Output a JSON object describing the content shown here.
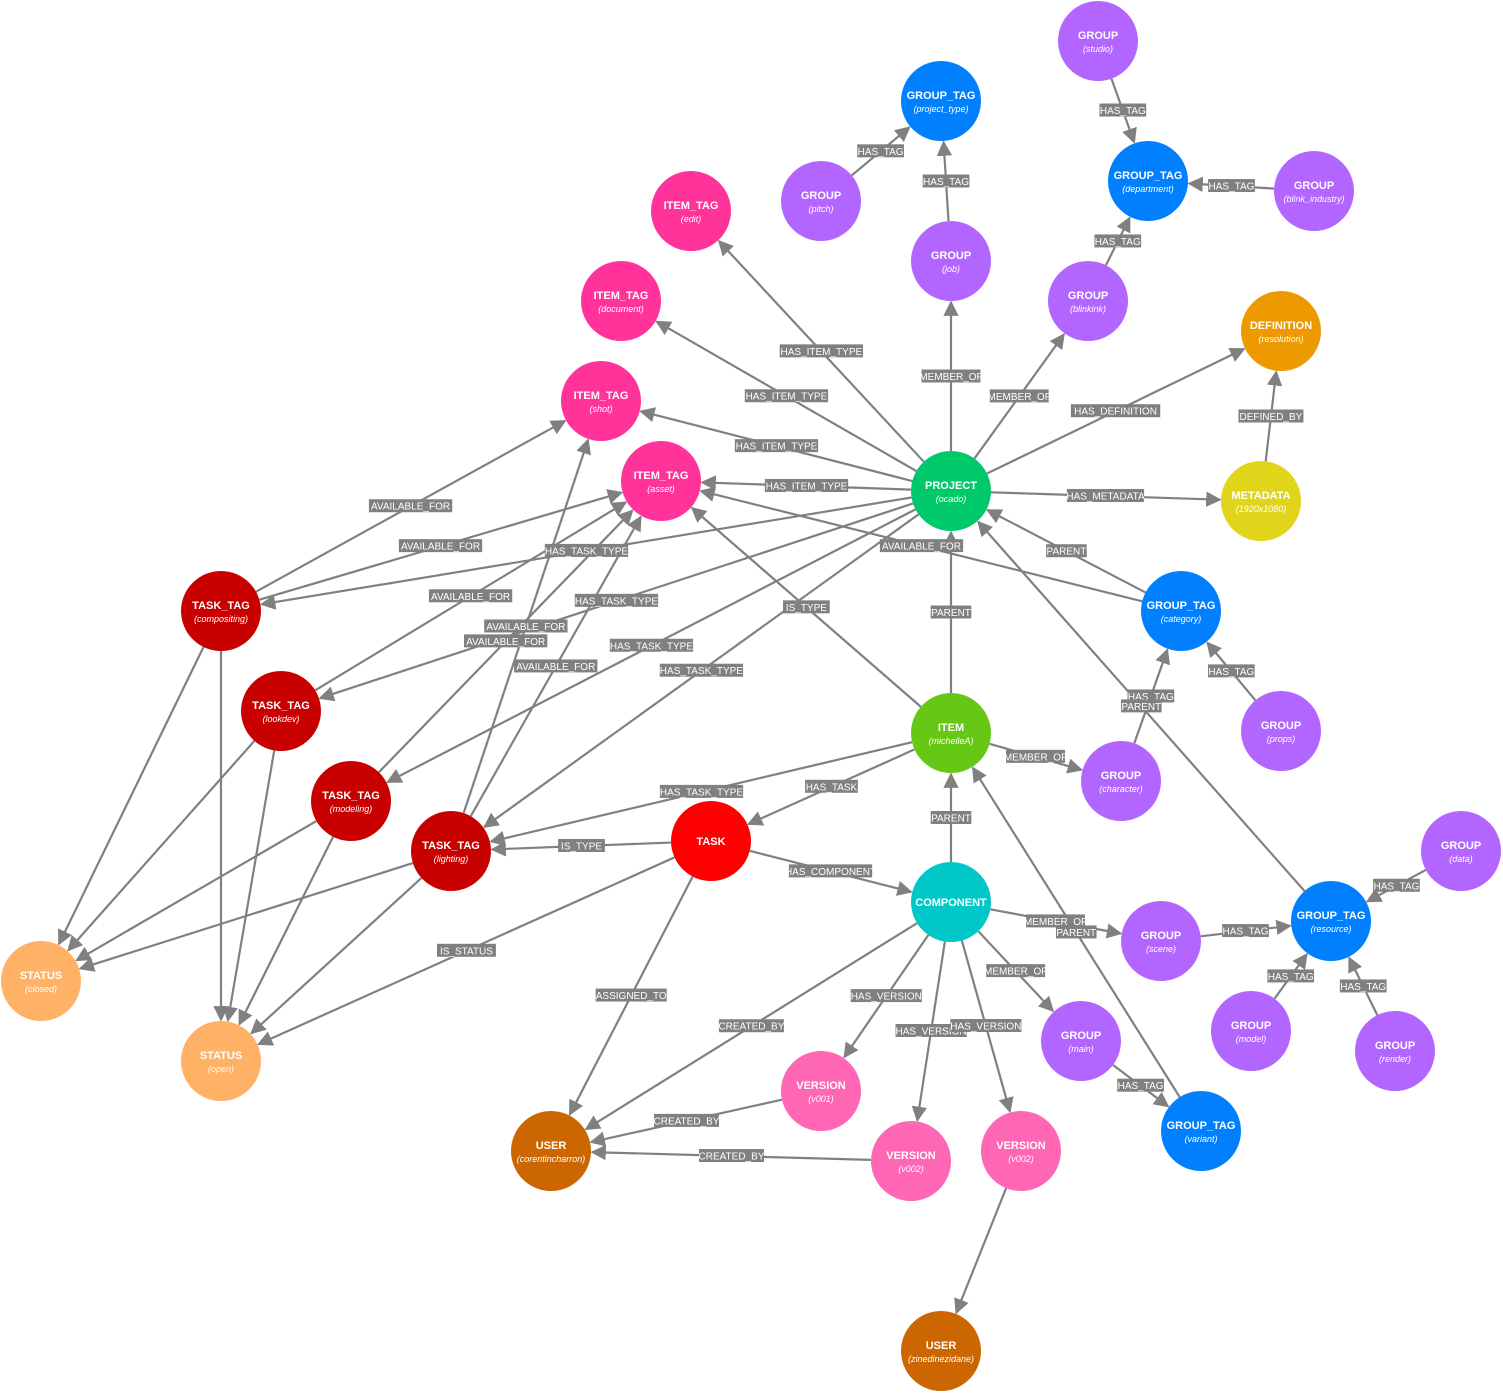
{
  "colors": {
    "PROJECT": "#00c96b",
    "ITEM": "#66c814",
    "COMPONENT": "#00c8c8",
    "TASK": "#ff0000",
    "TASK_TAG": "#c90000",
    "STATUS": "#ffb266",
    "USER": "#cc6600",
    "VERSION": "#ff66b3",
    "ITEM_TAG": "#ff3399",
    "GROUP": "#b266ff",
    "GROUP_TAG": "#0080ff",
    "DEFINITION": "#ec9a00",
    "METADATA": "#e0d51a",
    "edge": "#808080"
  },
  "nodes": [
    {
      "id": "project",
      "type": "PROJECT",
      "name": "(ocado)"
    },
    {
      "id": "item",
      "type": "ITEM",
      "name": "(michelleA)"
    },
    {
      "id": "component",
      "type": "COMPONENT",
      "name": ""
    },
    {
      "id": "task",
      "type": "TASK",
      "name": ""
    },
    {
      "id": "tt_compositing",
      "type": "TASK_TAG",
      "name": "(compositing)"
    },
    {
      "id": "tt_lookdev",
      "type": "TASK_TAG",
      "name": "(lookdev)"
    },
    {
      "id": "tt_modeling",
      "type": "TASK_TAG",
      "name": "(modeling)"
    },
    {
      "id": "tt_lighting",
      "type": "TASK_TAG",
      "name": "(lighting)"
    },
    {
      "id": "status_closed",
      "type": "STATUS",
      "name": "(closed)"
    },
    {
      "id": "status_open",
      "type": "STATUS",
      "name": "(open)"
    },
    {
      "id": "user_corentin",
      "type": "USER",
      "name": "(corentincharron)"
    },
    {
      "id": "user_zinedine",
      "type": "USER",
      "name": "(zinedinezidane)"
    },
    {
      "id": "version_v001",
      "type": "VERSION",
      "name": "(v001)"
    },
    {
      "id": "version_v002a",
      "type": "VERSION",
      "name": "(v002)"
    },
    {
      "id": "version_v002b",
      "type": "VERSION",
      "name": "(v002)"
    },
    {
      "id": "it_edit",
      "type": "ITEM_TAG",
      "name": "(edit)"
    },
    {
      "id": "it_document",
      "type": "ITEM_TAG",
      "name": "(document)"
    },
    {
      "id": "it_shot",
      "type": "ITEM_TAG",
      "name": "(shot)"
    },
    {
      "id": "it_asset",
      "type": "ITEM_TAG",
      "name": "(asset)"
    },
    {
      "id": "g_pitch",
      "type": "GROUP",
      "name": "(pitch)"
    },
    {
      "id": "g_job",
      "type": "GROUP",
      "name": "(job)"
    },
    {
      "id": "g_studio",
      "type": "GROUP",
      "name": "(studio)"
    },
    {
      "id": "g_blink_industry",
      "type": "GROUP",
      "name": "(blink_industry)"
    },
    {
      "id": "g_blinkink",
      "type": "GROUP",
      "name": "(blinkink)"
    },
    {
      "id": "g_props",
      "type": "GROUP",
      "name": "(props)"
    },
    {
      "id": "g_character",
      "type": "GROUP",
      "name": "(character)"
    },
    {
      "id": "g_data",
      "type": "GROUP",
      "name": "(data)"
    },
    {
      "id": "g_scene",
      "type": "GROUP",
      "name": "(scene)"
    },
    {
      "id": "g_model",
      "type": "GROUP",
      "name": "(model)"
    },
    {
      "id": "g_render",
      "type": "GROUP",
      "name": "(render)"
    },
    {
      "id": "g_main",
      "type": "GROUP",
      "name": "(main)"
    },
    {
      "id": "gt_project_type",
      "type": "GROUP_TAG",
      "name": "(project_type)"
    },
    {
      "id": "gt_department",
      "type": "GROUP_TAG",
      "name": "(department)"
    },
    {
      "id": "gt_category",
      "type": "GROUP_TAG",
      "name": "(category)"
    },
    {
      "id": "gt_resource",
      "type": "GROUP_TAG",
      "name": "(resource)"
    },
    {
      "id": "gt_variant",
      "type": "GROUP_TAG",
      "name": "(variant)"
    },
    {
      "id": "def_resolution",
      "type": "DEFINITION",
      "name": "(resolution)"
    },
    {
      "id": "meta_1920",
      "type": "METADATA",
      "name": "(1920x1080)"
    }
  ],
  "edges": [
    {
      "from": "project",
      "to": "it_edit",
      "label": "HAS_ITEM_TYPE"
    },
    {
      "from": "project",
      "to": "it_document",
      "label": "HAS_ITEM_TYPE"
    },
    {
      "from": "project",
      "to": "it_shot",
      "label": "HAS_ITEM_TYPE"
    },
    {
      "from": "project",
      "to": "it_asset",
      "label": "HAS_ITEM_TYPE"
    },
    {
      "from": "project",
      "to": "g_job",
      "label": "MEMBER_OF"
    },
    {
      "from": "project",
      "to": "g_blinkink",
      "label": "MEMBER_OF"
    },
    {
      "from": "project",
      "to": "def_resolution",
      "label": "HAS_DEFINITION"
    },
    {
      "from": "project",
      "to": "meta_1920",
      "label": "HAS_METADATA"
    },
    {
      "from": "project",
      "to": "tt_compositing",
      "label": "HAS_TASK_TYPE"
    },
    {
      "from": "project",
      "to": "tt_lookdev",
      "label": "HAS_TASK_TYPE"
    },
    {
      "from": "project",
      "to": "tt_modeling",
      "label": "HAS_TASK_TYPE"
    },
    {
      "from": "project",
      "to": "tt_lighting",
      "label": "HAS_TASK_TYPE"
    },
    {
      "from": "g_pitch",
      "to": "gt_project_type",
      "label": "HAS_TAG"
    },
    {
      "from": "g_job",
      "to": "gt_project_type",
      "label": "HAS_TAG"
    },
    {
      "from": "g_studio",
      "to": "gt_department",
      "label": "HAS_TAG"
    },
    {
      "from": "g_blink_industry",
      "to": "gt_department",
      "label": "HAS_TAG"
    },
    {
      "from": "g_blinkink",
      "to": "gt_department",
      "label": "HAS_TAG"
    },
    {
      "from": "meta_1920",
      "to": "def_resolution",
      "label": "DEFINED_BY"
    },
    {
      "from": "gt_category",
      "to": "project",
      "label": "PARENT"
    },
    {
      "from": "gt_category",
      "to": "it_asset",
      "label": "AVAILABLE_FOR"
    },
    {
      "from": "g_props",
      "to": "gt_category",
      "label": "HAS_TAG"
    },
    {
      "from": "g_character",
      "to": "gt_category",
      "label": "HAS_TAG"
    },
    {
      "from": "gt_resource",
      "to": "project",
      "label": "PARENT"
    },
    {
      "from": "item",
      "to": "project",
      "label": "PARENT"
    },
    {
      "from": "item",
      "to": "it_asset",
      "label": "IS_TYPE"
    },
    {
      "from": "item",
      "to": "g_character",
      "label": "MEMBER_OF"
    },
    {
      "from": "item",
      "to": "task",
      "label": "HAS_TASK"
    },
    {
      "from": "item",
      "to": "tt_lighting",
      "label": "HAS_TASK_TYPE"
    },
    {
      "from": "tt_compositing",
      "to": "it_shot",
      "label": "AVAILABLE_FOR"
    },
    {
      "from": "tt_compositing",
      "to": "it_asset",
      "label": "AVAILABLE_FOR"
    },
    {
      "from": "tt_lookdev",
      "to": "it_asset",
      "label": "AVAILABLE_FOR"
    },
    {
      "from": "tt_modeling",
      "to": "it_asset",
      "label": "AVAILABLE_FOR"
    },
    {
      "from": "tt_lighting",
      "to": "it_shot",
      "label": "AVAILABLE_FOR"
    },
    {
      "from": "tt_lighting",
      "to": "it_asset",
      "label": "AVAILABLE_FOR"
    },
    {
      "from": "tt_compositing",
      "to": "status_closed",
      "label": ""
    },
    {
      "from": "tt_compositing",
      "to": "status_open",
      "label": ""
    },
    {
      "from": "tt_lookdev",
      "to": "status_closed",
      "label": ""
    },
    {
      "from": "tt_lookdev",
      "to": "status_open",
      "label": ""
    },
    {
      "from": "tt_modeling",
      "to": "status_closed",
      "label": ""
    },
    {
      "from": "tt_modeling",
      "to": "status_open",
      "label": ""
    },
    {
      "from": "tt_lighting",
      "to": "status_closed",
      "label": ""
    },
    {
      "from": "tt_lighting",
      "to": "status_open",
      "label": ""
    },
    {
      "from": "task",
      "to": "tt_lighting",
      "label": "IS_TYPE"
    },
    {
      "from": "task",
      "to": "status_open",
      "label": "IS_STATUS"
    },
    {
      "from": "task",
      "to": "user_corentin",
      "label": "ASSIGNED_TO"
    },
    {
      "from": "task",
      "to": "component",
      "label": "HAS_COMPONENT"
    },
    {
      "from": "component",
      "to": "item",
      "label": "PARENT"
    },
    {
      "from": "component",
      "to": "g_scene",
      "label": "MEMBER_OF"
    },
    {
      "from": "component",
      "to": "g_main",
      "label": "MEMBER_OF"
    },
    {
      "from": "component",
      "to": "version_v001",
      "label": "HAS_VERSION"
    },
    {
      "from": "component",
      "to": "version_v002a",
      "label": "HAS_VERSION"
    },
    {
      "from": "component",
      "to": "version_v002b",
      "label": "HAS_VERSION"
    },
    {
      "from": "component",
      "to": "user_corentin",
      "label": "CREATED_BY"
    },
    {
      "from": "version_v001",
      "to": "user_corentin",
      "label": "CREATED_BY"
    },
    {
      "from": "version_v002a",
      "to": "user_corentin",
      "label": "CREATED_BY"
    },
    {
      "from": "version_v002b",
      "to": "user_zinedine",
      "label": ""
    },
    {
      "from": "g_scene",
      "to": "gt_resource",
      "label": "HAS_TAG"
    },
    {
      "from": "g_data",
      "to": "gt_resource",
      "label": "HAS_TAG"
    },
    {
      "from": "g_model",
      "to": "gt_resource",
      "label": "HAS_TAG"
    },
    {
      "from": "g_render",
      "to": "gt_resource",
      "label": "HAS_TAG"
    },
    {
      "from": "g_main",
      "to": "gt_variant",
      "label": "HAS_TAG"
    },
    {
      "from": "gt_variant",
      "to": "item",
      "label": "PARENT"
    }
  ]
}
